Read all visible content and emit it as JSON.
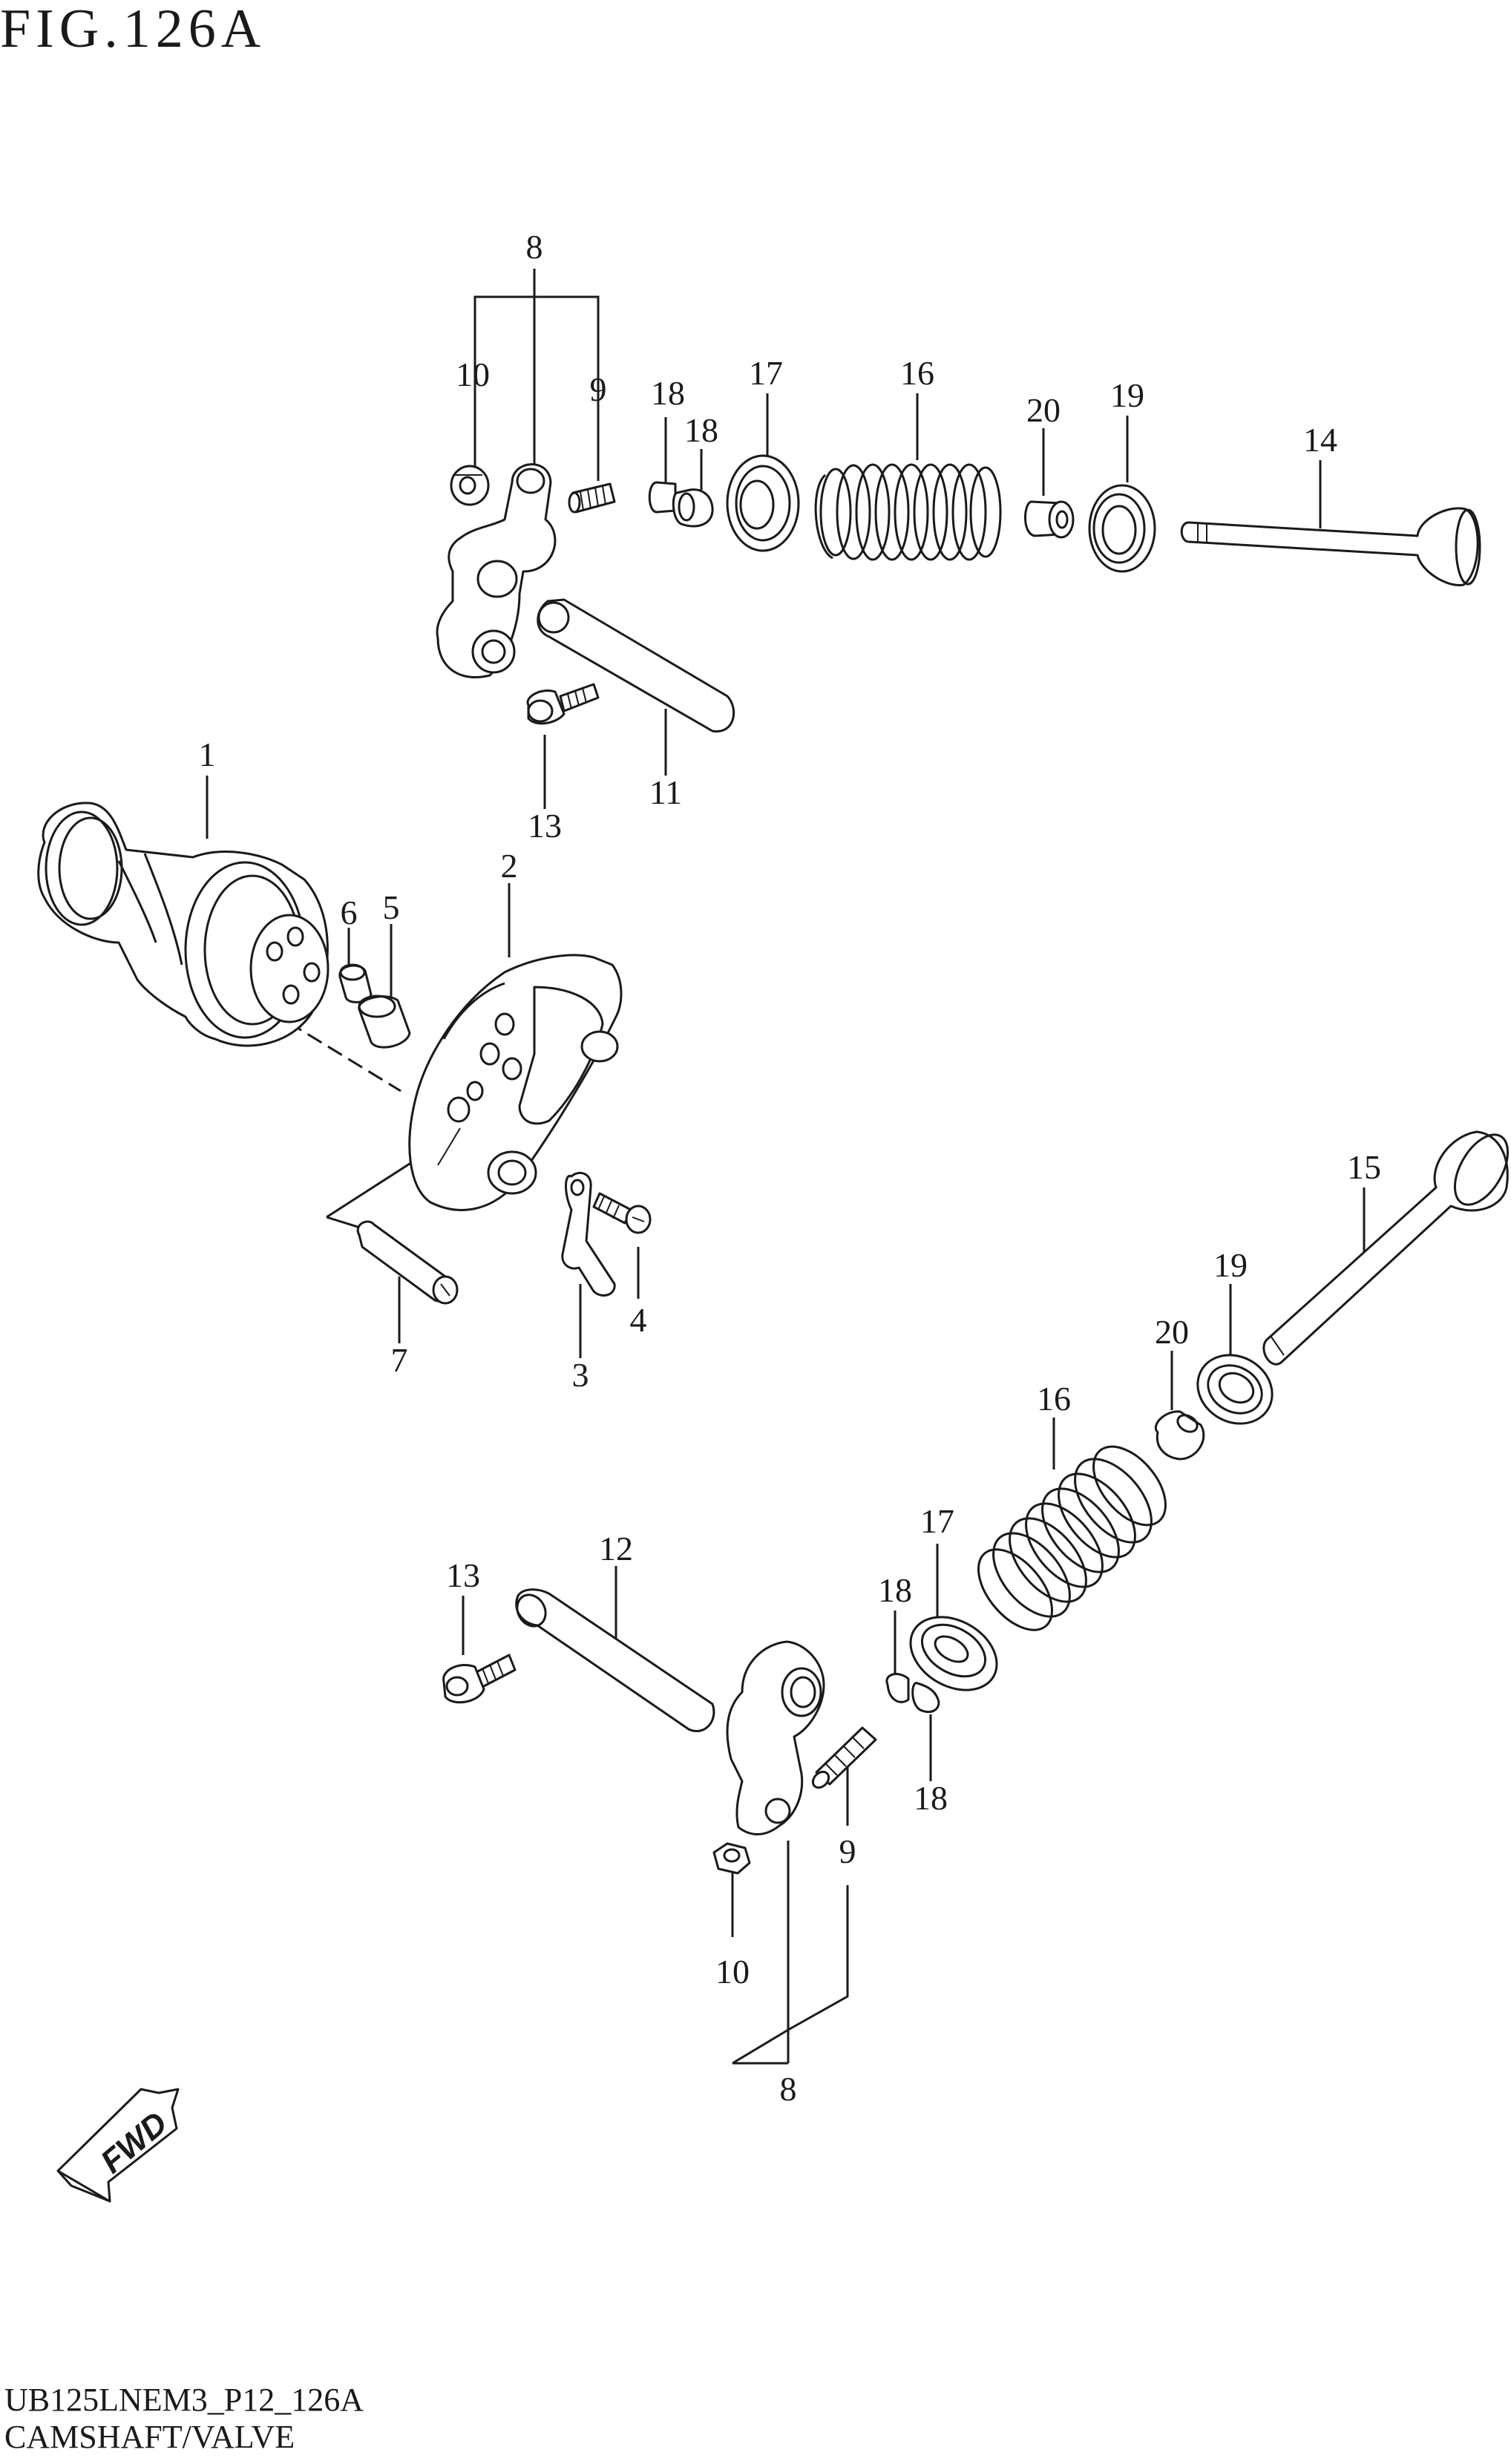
{
  "figure": {
    "title": "FIG.126A"
  },
  "footer": {
    "code": "UB125LNEM3_P12_126A",
    "caption": "CAMSHAFT/VALVE"
  },
  "fwd_label": "FWD",
  "callouts": [
    {
      "key": "t8",
      "text": "8"
    },
    {
      "key": "t10",
      "text": "10"
    },
    {
      "key": "t9",
      "text": "9"
    },
    {
      "key": "t18a",
      "text": "18"
    },
    {
      "key": "t18b",
      "text": "18"
    },
    {
      "key": "t17",
      "text": "17"
    },
    {
      "key": "t16",
      "text": "16"
    },
    {
      "key": "t20",
      "text": "20"
    },
    {
      "key": "t19",
      "text": "19"
    },
    {
      "key": "t14",
      "text": "14"
    },
    {
      "key": "t11",
      "text": "11"
    },
    {
      "key": "t13",
      "text": "13"
    },
    {
      "key": "t1",
      "text": "1"
    },
    {
      "key": "t2",
      "text": "2"
    },
    {
      "key": "t6",
      "text": "6"
    },
    {
      "key": "t5",
      "text": "5"
    },
    {
      "key": "t7",
      "text": "7"
    },
    {
      "key": "t3",
      "text": "3"
    },
    {
      "key": "t4",
      "text": "4"
    },
    {
      "key": "b15",
      "text": "15"
    },
    {
      "key": "b19",
      "text": "19"
    },
    {
      "key": "b20",
      "text": "20"
    },
    {
      "key": "b16",
      "text": "16"
    },
    {
      "key": "b17",
      "text": "17"
    },
    {
      "key": "b13",
      "text": "13"
    },
    {
      "key": "b12",
      "text": "12"
    },
    {
      "key": "b18a",
      "text": "18"
    },
    {
      "key": "b18b",
      "text": "18"
    },
    {
      "key": "b9",
      "text": "9"
    },
    {
      "key": "b10",
      "text": "10"
    },
    {
      "key": "b8",
      "text": "8"
    }
  ]
}
